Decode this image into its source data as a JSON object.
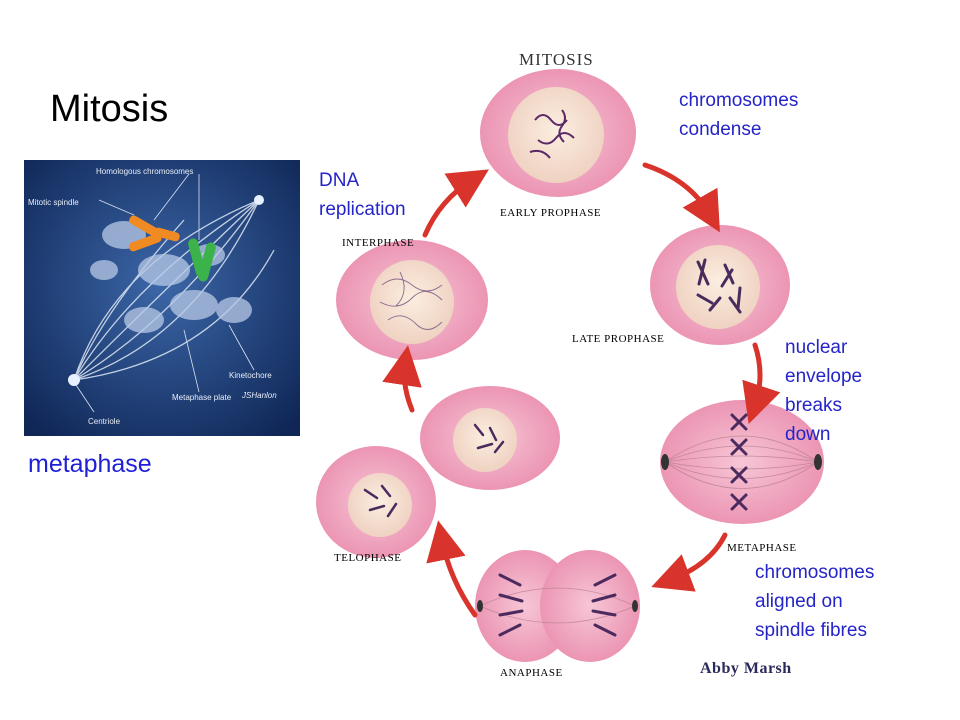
{
  "slide": {
    "title": "Mitosis",
    "image_label": "metaphase"
  },
  "diagram": {
    "title": "MITOSIS",
    "stages": {
      "early_prophase": "EARLY PROPHASE",
      "late_prophase": "LATE PROPHASE",
      "metaphase": "METAPHASE",
      "anaphase": "ANAPHASE",
      "telophase": "TELOPHASE",
      "interphase": "INTERPHASE"
    },
    "credit": "Abby Marsh"
  },
  "annotations": {
    "condense": [
      "chromosomes",
      "condense"
    ],
    "dna": [
      "DNA",
      "replication"
    ],
    "nuclear": [
      "nuclear",
      "envelope",
      "breaks",
      "down"
    ],
    "aligned": [
      "chromosomes",
      "aligned on",
      "spindle fibres"
    ]
  },
  "micrograph": {
    "labels": {
      "homologous": "Homologous chromosomes",
      "spindle": "Mitotic spindle",
      "kinetochore": "Kinetochore",
      "plate": "Metaphase plate",
      "centriole": "Centriole"
    },
    "signature": "JSHanlon"
  },
  "colors": {
    "annotation_text": "#2424c8",
    "metaphase_label": "#1f1fd6",
    "cell_pink": "#f0a9c2",
    "arrow_red": "#d9342b",
    "micrograph_bg": "#1b3a7a"
  }
}
